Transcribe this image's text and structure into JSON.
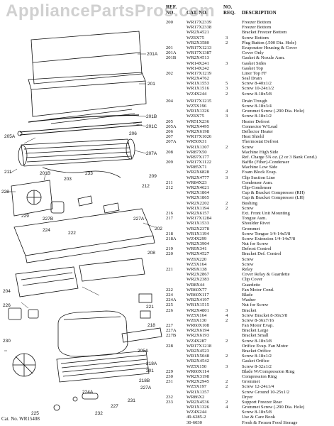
{
  "watermark": "AppliancePartsPros.com",
  "model_note": "Cat. No. WR15408",
  "colors": {
    "ink": "#111111",
    "watermark": "#aaaaaa"
  },
  "headers": {
    "ref": "REF. NO.",
    "cat": "CAT. NO.",
    "no": "NO. REQ.",
    "desc": "DESCRIPTION"
  },
  "callouts": [
    "201A",
    "201",
    "201B",
    "201C",
    "206",
    "205A",
    "211",
    "207A",
    "209",
    "228",
    "233",
    "201B",
    "203",
    "212",
    "229",
    "227B",
    "224",
    "227A",
    "222",
    "202",
    "226",
    "208",
    "204",
    "221",
    "218",
    "205A",
    "218A",
    "224A",
    "201",
    "230",
    "218B",
    "227A",
    "231",
    "227",
    "232",
    "225"
  ],
  "rows": [
    {
      "ref": "200",
      "cat": "WR17X2339",
      "no": "",
      "desc": "Freezer Bottom"
    },
    {
      "ref": "",
      "cat": "WR17X2338",
      "no": "",
      "desc": "Freezer Bottom"
    },
    {
      "ref": "",
      "cat": "WR2X4521",
      "no": "",
      "desc": "Bracket Freezer Bottom"
    },
    {
      "ref": "",
      "cat": "WZ6X75",
      "no": "3",
      "desc": "Screw Bottom"
    },
    {
      "ref": "",
      "cat": "WR2X3580",
      "no": "2",
      "desc": "Plug Button (.500 Dia. Hole)"
    },
    {
      "ref": "201",
      "cat": "WR17X1213",
      "no": "",
      "desc": "Evaporator Housing & Cover"
    },
    {
      "ref": "201A",
      "cat": "WR17X1387",
      "no": "",
      "desc": "Cover Only"
    },
    {
      "ref": "201B",
      "cat": "WR2X4513",
      "no": "",
      "desc": "Gasket & Nozzle Asm."
    },
    {
      "ref": "",
      "cat": "WR14X241",
      "no": "3",
      "desc": "Gasket Sides"
    },
    {
      "ref": "",
      "cat": "WR14X242",
      "no": "",
      "desc": "Gasket Top"
    },
    {
      "ref": "202",
      "cat": "WR17X1219",
      "no": "",
      "desc": "Liner Top FF"
    },
    {
      "ref": "",
      "cat": "WR2X4762",
      "no": "",
      "desc": "Seal Drain"
    },
    {
      "ref": "",
      "cat": "WR1X1553",
      "no": "5",
      "desc": "Screw 8-40x1/2"
    },
    {
      "ref": "",
      "cat": "WR1X1516",
      "no": "3",
      "desc": "Screw 10-24x1/2"
    },
    {
      "ref": "",
      "cat": "WZ4X244",
      "no": "2",
      "desc": "Screw 8-18x5/8"
    },
    {
      "ref": "204",
      "cat": "WR17X1215",
      "no": "",
      "desc": "Drain Trough",
      "gap": true
    },
    {
      "ref": "",
      "cat": "WZ5X196",
      "no": "",
      "desc": "Screw 8-18x3/4"
    },
    {
      "ref": "",
      "cat": "WR1X1326",
      "no": "4",
      "desc": "Grommet Screw (.290 Dia. Hole)"
    },
    {
      "ref": "",
      "cat": "WZ6X75",
      "no": "3",
      "desc": "Screw 8-18x1/2"
    },
    {
      "ref": "205",
      "cat": "WR51X236",
      "no": "",
      "desc": "Heater Defrost"
    },
    {
      "ref": "205A",
      "cat": "WR2X4495",
      "no": "",
      "desc": "Connector W/Lead"
    },
    {
      "ref": "206",
      "cat": "WR2X6198",
      "no": "",
      "desc": "Deflector Heater"
    },
    {
      "ref": "207",
      "cat": "WR17X1026",
      "no": "",
      "desc": "Heat Shield"
    },
    {
      "ref": "207A",
      "cat": "WR50X31",
      "no": "",
      "desc": "Thermostat Defrost"
    },
    {
      "ref": "",
      "cat": "WR1X1307",
      "no": "2",
      "desc": "Screw"
    },
    {
      "ref": "208",
      "cat": "WR87X50",
      "no": "",
      "desc": "Machine High Side"
    },
    {
      "ref": "",
      "cat": "WR97X177",
      "no": "",
      "desc": "Ref. Charge 5¾ oz. (2 or 3 Bank Cond.)"
    },
    {
      "ref": "209",
      "cat": "WR17X1122",
      "no": "",
      "desc": "Baffle (Fiber)-Condenser"
    },
    {
      "ref": "",
      "cat": "WR85X71",
      "no": "",
      "desc": "Machine Low Side"
    },
    {
      "ref": "",
      "cat": "WR2X6828",
      "no": "2",
      "desc": "Foam Block Evap."
    },
    {
      "ref": "",
      "cat": "WR2X4777",
      "no": "3",
      "desc": "Clip Suction Line"
    },
    {
      "ref": "211",
      "cat": "WR84X23",
      "no": "",
      "desc": "Condenser Asm."
    },
    {
      "ref": "212",
      "cat": "WR2X4621",
      "no": "",
      "desc": "Clip-Condenser"
    },
    {
      "ref": "",
      "cat": "WR2X1864",
      "no": "",
      "desc": "Cup & Bracket Compressor (RH)"
    },
    {
      "ref": "",
      "cat": "WR2X1865",
      "no": "",
      "desc": "Cup & Bracket Compressor (LH)"
    },
    {
      "ref": "",
      "cat": "WR2X2202",
      "no": "2",
      "desc": "Bushing"
    },
    {
      "ref": "",
      "cat": "WR1X1194",
      "no": "2",
      "desc": "Screw"
    },
    {
      "ref": "216",
      "cat": "WR2X6157",
      "no": "",
      "desc": "Ext. Front Unit Mounting"
    },
    {
      "ref": "217",
      "cat": "WR17X1284",
      "no": "",
      "desc": "Tongue Asm."
    },
    {
      "ref": "",
      "cat": "WR1X1533",
      "no": "",
      "desc": "Shoulder Rivet"
    },
    {
      "ref": "",
      "cat": "WR2X2378",
      "no": "",
      "desc": "Grommet"
    },
    {
      "ref": "218",
      "cat": "WR1X1194",
      "no": "",
      "desc": "Screw Tongue 1/4-14x5/8"
    },
    {
      "ref": "218A",
      "cat": "WZ4X299",
      "no": "",
      "desc": "Screw Extension 1/4-14x7/8"
    },
    {
      "ref": "",
      "cat": "WR2X3904",
      "no": "",
      "desc": "Nut for Screw"
    },
    {
      "ref": "219",
      "cat": "WR9X341",
      "no": "",
      "desc": "Defrost Control"
    },
    {
      "ref": "220",
      "cat": "WR2X4527",
      "no": "",
      "desc": "Bracket Def. Control"
    },
    {
      "ref": "",
      "cat": "WZ6X220",
      "no": "",
      "desc": "Screw"
    },
    {
      "ref": "",
      "cat": "WZ5X164",
      "no": "",
      "desc": "Screw"
    },
    {
      "ref": "221",
      "cat": "WR9X138",
      "no": "",
      "desc": "Relay"
    },
    {
      "ref": "",
      "cat": "WR2X2867",
      "no": "",
      "desc": "Cover Relay & Guardette"
    },
    {
      "ref": "",
      "cat": "WR2X2383",
      "no": "",
      "desc": "Clip Cover"
    },
    {
      "ref": "",
      "cat": "WR8X44",
      "no": "",
      "desc": "Guardette"
    },
    {
      "ref": "222",
      "cat": "WR60X77",
      "no": "",
      "desc": "Fan Motor Cond."
    },
    {
      "ref": "224",
      "cat": "WR60X117",
      "no": "",
      "desc": "Blade"
    },
    {
      "ref": "224A",
      "cat": "WR2X4197",
      "no": "",
      "desc": "Washer"
    },
    {
      "ref": "225",
      "cat": "WR1X1515",
      "no": "",
      "desc": "Nut for Screw"
    },
    {
      "ref": "226",
      "cat": "WR2X4801",
      "no": "3",
      "desc": "Bracket"
    },
    {
      "ref": "",
      "cat": "WZ5X164",
      "no": "4",
      "desc": "Screw Bracket 8-36x3/8"
    },
    {
      "ref": "",
      "cat": "WZ6X130",
      "no": "2",
      "desc": "Screw 8-36x7/16"
    },
    {
      "ref": "227",
      "cat": "WR60X108",
      "no": "",
      "desc": "Fan Motor Evap."
    },
    {
      "ref": "227A",
      "cat": "WR2X6194",
      "no": "",
      "desc": "Bracket Large"
    },
    {
      "ref": "227B",
      "cat": "WR2X6193",
      "no": "",
      "desc": "Bracket Small"
    },
    {
      "ref": "",
      "cat": "WZ4X287",
      "no": "2",
      "desc": "Screw 8-18x3/8"
    },
    {
      "ref": "228",
      "cat": "WR17X1218",
      "no": "",
      "desc": "Orifice Evap. Fan Motor"
    },
    {
      "ref": "",
      "cat": "WR2X4523",
      "no": "",
      "desc": "Bracket Orifice"
    },
    {
      "ref": "",
      "cat": "WR1X5048",
      "no": "2",
      "desc": "Screw 8-18x1/2"
    },
    {
      "ref": "",
      "cat": "WR2X4542",
      "no": "",
      "desc": "Gasket Orifice"
    },
    {
      "ref": "",
      "cat": "WZ5X150",
      "no": "3",
      "desc": "Screw 8-32x1/2"
    },
    {
      "ref": "229",
      "cat": "WR60X114",
      "no": "",
      "desc": "Blade W/Compression Ring"
    },
    {
      "ref": "230",
      "cat": "WR2X3198",
      "no": "",
      "desc": "Compression Ring"
    },
    {
      "ref": "231",
      "cat": "WR2X2945",
      "no": "2",
      "desc": "Grommet"
    },
    {
      "ref": "",
      "cat": "WZ5X197",
      "no": "2",
      "desc": "Screw 12-24x1/4"
    },
    {
      "ref": "",
      "cat": "WR1X1357",
      "no": "",
      "desc": "Screw Ground 10-25x1/2"
    },
    {
      "ref": "232",
      "cat": "WR86X2",
      "no": "",
      "desc": "Dryer"
    },
    {
      "ref": "233",
      "cat": "WR2X4536",
      "no": "2",
      "desc": "Support Freezer Rear"
    },
    {
      "ref": "",
      "cat": "WR1X1326",
      "no": "4",
      "desc": "Grommet Screw (.290 Dia. Hole)"
    },
    {
      "ref": "",
      "cat": "WZ4X244",
      "no": "",
      "desc": "Screw 8-18x5/8"
    },
    {
      "ref": "",
      "cat": "49-6285-2",
      "no": "",
      "desc": "Use & Care Book"
    },
    {
      "ref": "",
      "cat": "30-6030",
      "no": "",
      "desc": "Fresh & Frozen Food Storage"
    }
  ]
}
